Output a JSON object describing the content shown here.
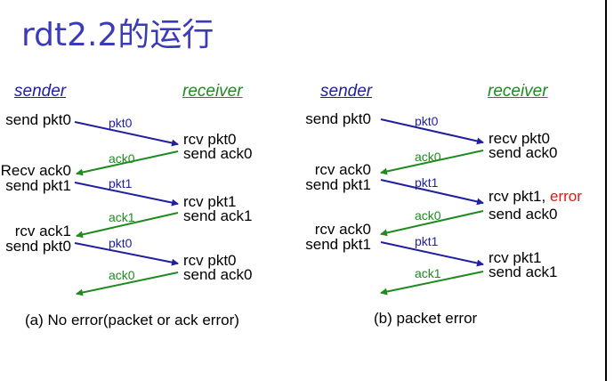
{
  "title": "rdt2.2的运行",
  "colors": {
    "title": "#3b3bb8",
    "data_arrow": "#1f1fa0",
    "ack_arrow": "#1f8a1f",
    "error": "#e01818"
  },
  "panel_a": {
    "sender_header": "sender",
    "receiver_header": "receiver",
    "sender_events": [
      "send pkt0",
      "Recv ack0",
      "send pkt1",
      "rcv ack1",
      "send pkt0"
    ],
    "receiver_events": [
      "rcv pkt0",
      "send ack0",
      "rcv pkt1",
      "send ack1",
      "rcv pkt0",
      "send ack0"
    ],
    "messages": [
      "pkt0",
      "ack0",
      "pkt1",
      "ack1",
      "pkt0",
      "ack0"
    ],
    "caption": "(a) No error(packet or ack error)"
  },
  "panel_b": {
    "sender_header": "sender",
    "receiver_header": "receiver",
    "sender_events": [
      "send pkt0",
      "rcv ack0",
      "send pkt1",
      "rcv ack0",
      "send pkt1"
    ],
    "receiver_events": [
      "recv pkt0",
      "send ack0",
      "rcv pkt1,",
      "error",
      "send ack0",
      "rcv pkt1",
      "send ack1"
    ],
    "messages": [
      "pkt0",
      "ack0",
      "pkt1",
      "ack0",
      "pkt1",
      "ack1"
    ],
    "caption": "(b) packet error"
  }
}
